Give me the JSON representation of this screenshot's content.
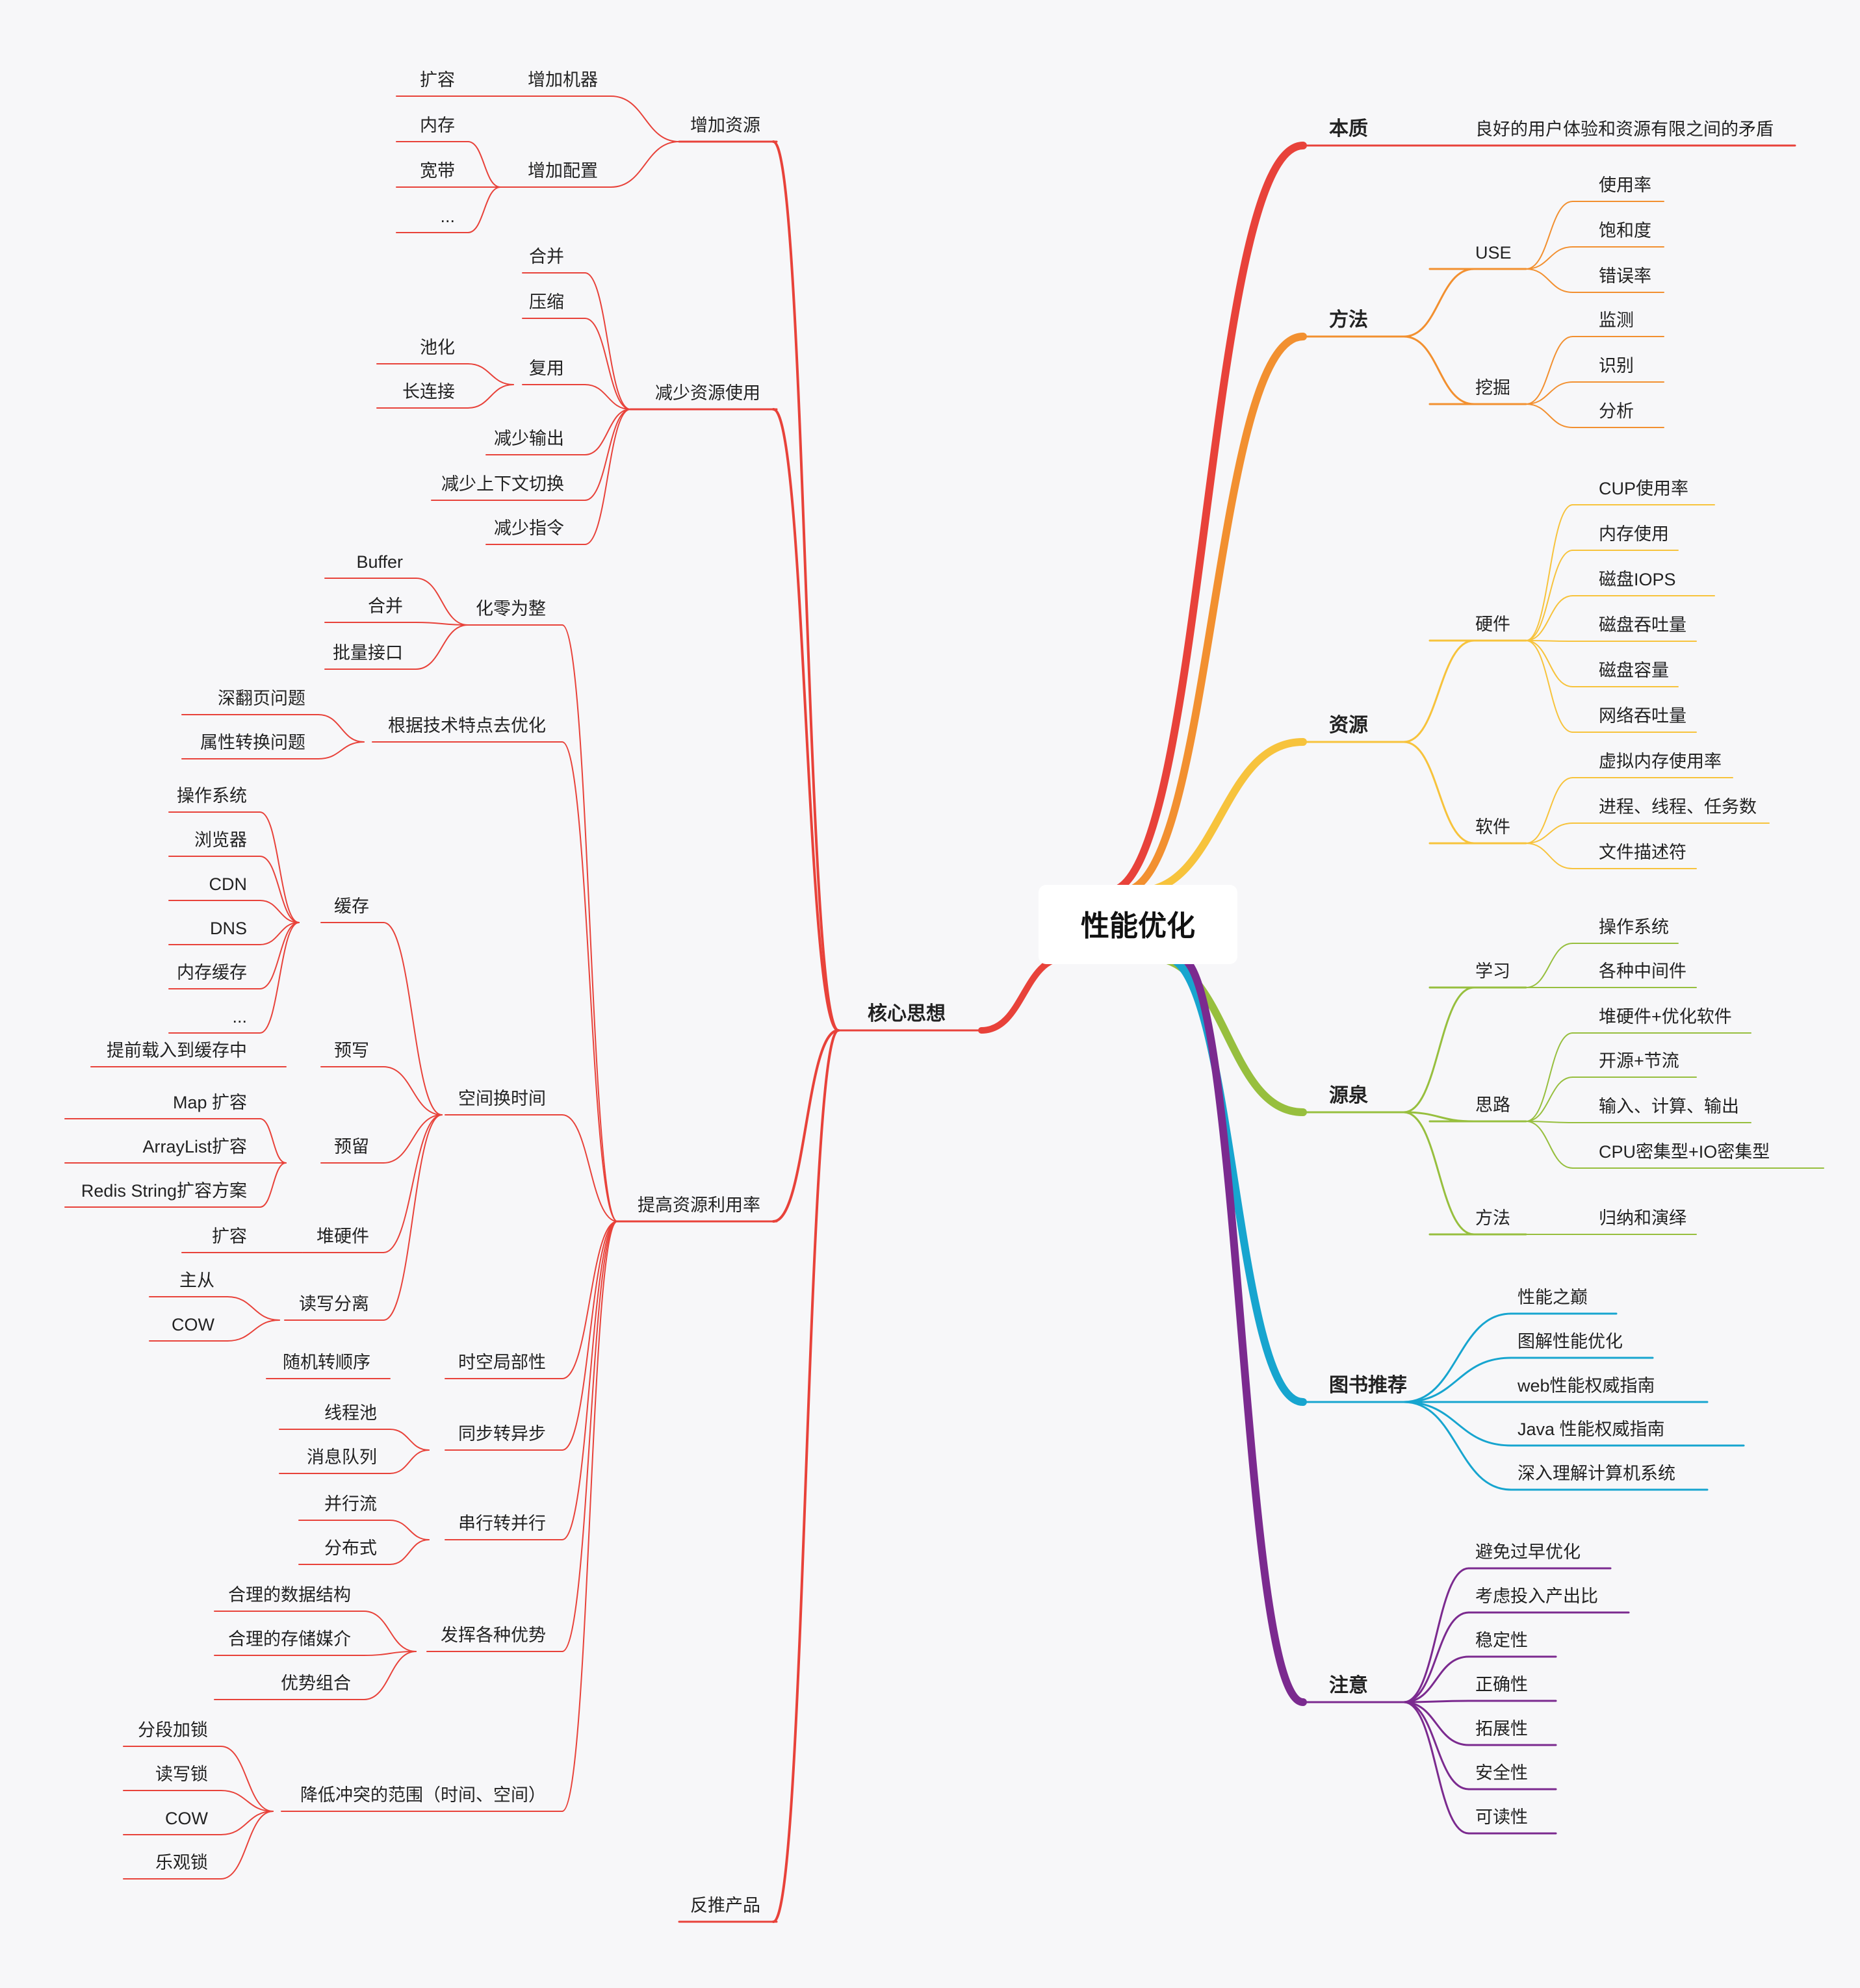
{
  "title": "性能优化",
  "colors": {
    "core": "#e8423a",
    "essence": "#e8423a",
    "method": "#f29030",
    "resource": "#f7c33c",
    "source": "#97bf3e",
    "books": "#17a5cf",
    "notes": "#7b2a8f",
    "background": "#f7f7f9"
  },
  "left": {
    "label": "核心思想",
    "children": [
      {
        "label": "增加资源",
        "children": [
          {
            "label": "增加机器",
            "children": [
              {
                "label": "扩容"
              }
            ]
          },
          {
            "label": "增加配置",
            "children": [
              {
                "label": "内存"
              },
              {
                "label": "宽带"
              },
              {
                "label": "..."
              }
            ]
          }
        ]
      },
      {
        "label": "减少资源使用",
        "children": [
          {
            "label": "合并"
          },
          {
            "label": "压缩"
          },
          {
            "label": "复用",
            "children": [
              {
                "label": "池化"
              },
              {
                "label": "长连接"
              }
            ]
          },
          {
            "label": "减少输出"
          },
          {
            "label": "减少上下文切换"
          },
          {
            "label": "减少指令"
          }
        ]
      },
      {
        "label": "提高资源利用率",
        "children": [
          {
            "label": "化零为整",
            "children": [
              {
                "label": "Buffer"
              },
              {
                "label": "合并"
              },
              {
                "label": "批量接口"
              }
            ]
          },
          {
            "label": "根据技术特点去优化",
            "children": [
              {
                "label": "深翻页问题"
              },
              {
                "label": "属性转换问题"
              }
            ]
          },
          {
            "label": "空间换时间",
            "children": [
              {
                "label": "缓存",
                "children": [
                  {
                    "label": "操作系统"
                  },
                  {
                    "label": "浏览器"
                  },
                  {
                    "label": "CDN"
                  },
                  {
                    "label": "DNS"
                  },
                  {
                    "label": "内存缓存"
                  },
                  {
                    "label": "..."
                  }
                ]
              },
              {
                "label": "预写",
                "children": [
                  {
                    "label": "提前载入到缓存中"
                  }
                ]
              },
              {
                "label": "预留",
                "children": [
                  {
                    "label": "Map 扩容"
                  },
                  {
                    "label": "ArrayList扩容"
                  },
                  {
                    "label": "Redis String扩容方案"
                  }
                ]
              },
              {
                "label": "堆硬件",
                "children": [
                  {
                    "label": "扩容"
                  }
                ]
              },
              {
                "label": "读写分离",
                "children": [
                  {
                    "label": "主从"
                  },
                  {
                    "label": "COW"
                  }
                ]
              }
            ]
          },
          {
            "label": "时空局部性",
            "children": [
              {
                "label": "随机转顺序"
              }
            ]
          },
          {
            "label": "同步转异步",
            "children": [
              {
                "label": "线程池"
              },
              {
                "label": "消息队列"
              }
            ]
          },
          {
            "label": "串行转并行",
            "children": [
              {
                "label": "并行流"
              },
              {
                "label": "分布式"
              }
            ]
          },
          {
            "label": "发挥各种优势",
            "children": [
              {
                "label": "合理的数据结构"
              },
              {
                "label": "合理的存储媒介"
              },
              {
                "label": "优势组合"
              }
            ]
          },
          {
            "label": "降低冲突的范围（时间、空间）",
            "children": [
              {
                "label": "分段加锁"
              },
              {
                "label": "读写锁"
              },
              {
                "label": "COW"
              },
              {
                "label": "乐观锁"
              }
            ]
          }
        ]
      },
      {
        "label": "反推产品"
      }
    ]
  },
  "right": [
    {
      "label": "本质",
      "children": [
        {
          "label": "良好的用户体验和资源有限之间的矛盾"
        }
      ]
    },
    {
      "label": "方法",
      "children": [
        {
          "label": "USE",
          "children": [
            {
              "label": "使用率"
            },
            {
              "label": "饱和度"
            },
            {
              "label": "错误率"
            }
          ]
        },
        {
          "label": "挖掘",
          "children": [
            {
              "label": "监测"
            },
            {
              "label": "识别"
            },
            {
              "label": "分析"
            }
          ]
        }
      ]
    },
    {
      "label": "资源",
      "children": [
        {
          "label": "硬件",
          "children": [
            {
              "label": "CUP使用率"
            },
            {
              "label": "内存使用"
            },
            {
              "label": "磁盘IOPS"
            },
            {
              "label": "磁盘吞吐量"
            },
            {
              "label": "磁盘容量"
            },
            {
              "label": "网络吞吐量"
            }
          ]
        },
        {
          "label": "软件",
          "children": [
            {
              "label": "虚拟内存使用率"
            },
            {
              "label": "进程、线程、任务数"
            },
            {
              "label": "文件描述符"
            }
          ]
        }
      ]
    },
    {
      "label": "源泉",
      "children": [
        {
          "label": "学习",
          "children": [
            {
              "label": "操作系统"
            },
            {
              "label": "各种中间件"
            }
          ]
        },
        {
          "label": "思路",
          "children": [
            {
              "label": "堆硬件+优化软件"
            },
            {
              "label": "开源+节流"
            },
            {
              "label": "输入、计算、输出"
            },
            {
              "label": "CPU密集型+IO密集型"
            }
          ]
        },
        {
          "label": "方法",
          "children": [
            {
              "label": "归纳和演绎"
            }
          ]
        }
      ]
    },
    {
      "label": "图书推荐",
      "children": [
        {
          "label": "性能之巅"
        },
        {
          "label": "图解性能优化"
        },
        {
          "label": "web性能权威指南"
        },
        {
          "label": "Java 性能权威指南"
        },
        {
          "label": "深入理解计算机系统"
        }
      ]
    },
    {
      "label": "注意",
      "children": [
        {
          "label": "避免过早优化"
        },
        {
          "label": "考虑投入产出比"
        },
        {
          "label": "稳定性"
        },
        {
          "label": "正确性"
        },
        {
          "label": "拓展性"
        },
        {
          "label": "安全性"
        },
        {
          "label": "可读性"
        }
      ]
    }
  ]
}
